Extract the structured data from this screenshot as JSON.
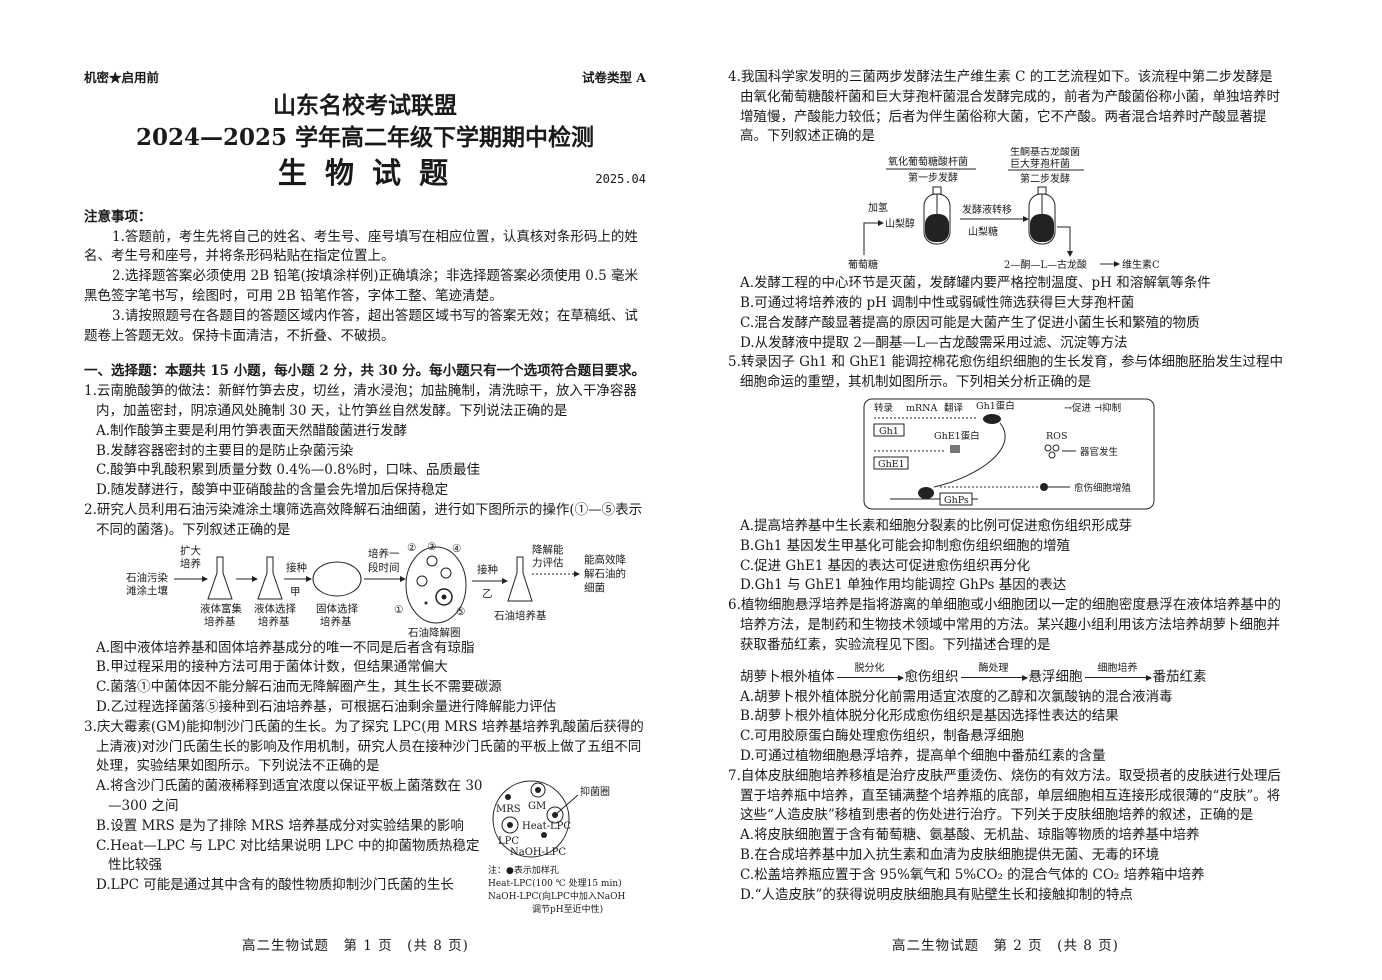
{
  "header": {
    "confidential": "机密★启用前",
    "paper_type": "试卷类型 A",
    "org": "山东名校考试联盟",
    "exam": "2024—2025 学年高二年级下学期期中检测",
    "subject": "生 物 试 题",
    "date": "2025.04"
  },
  "notes": {
    "title": "注意事项：",
    "items": [
      "1.答题前，考生先将自己的姓名、考生号、座号填写在相应位置，认真核对条形码上的姓名、考生号和座号，并将条形码粘贴在指定位置上。",
      "2.选择题答案必须使用 2B 铅笔(按填涂样例)正确填涂；非选择题答案必须使用 0.5 毫米黑色签字笔书写，绘图时，可用 2B 铅笔作答，字体工整、笔迹清楚。",
      "3.请按照题号在各题目的答题区域内作答，超出答题区域书写的答案无效；在草稿纸、试题卷上答题无效。保持卡面清洁，不折叠、不破损。"
    ]
  },
  "section1": "一、选择题：本题共 15 小题，每小题 2 分，共 30 分。每小题只有一个选项符合题目要求。",
  "q1": {
    "stem": "1.云南脆酸笋的做法：新鲜竹笋去皮，切丝，清水浸泡；加盐腌制，清洗晾干，放入干净容器内，加盖密封，阴凉通风处腌制 30 天，让竹笋丝自然发酵。下列说法正确的是",
    "options": [
      "A.制作酸笋主要是利用竹笋表面天然醋酸菌进行发酵",
      "B.发酵容器密封的主要目的是防止杂菌污染",
      "C.酸笋中乳酸积累到质量分数 0.4%—0.8%时，口味、品质最佳",
      "D.随发酵进行，酸笋中亚硝酸盐的含量会先增加后保持稳定"
    ]
  },
  "q2": {
    "stem": "2.研究人员利用石油污染滩涂土壤筛选高效降解石油细菌，进行如下图所示的操作(①—⑤表示不同的菌落)。下列叙述正确的是",
    "diagram": {
      "soil": [
        "石油污染",
        "滩涂土壤"
      ],
      "expand": [
        "扩大",
        "培养"
      ],
      "flask1": [
        "液体富集",
        "培养基"
      ],
      "flask2": [
        "液体选择",
        "培养基"
      ],
      "inoc1": "接种",
      "jia": "甲",
      "dish": [
        "固体选择",
        "培养基"
      ],
      "culture": [
        "培养一",
        "段时间"
      ],
      "nums": [
        "①",
        "②",
        "③",
        "④",
        "⑤"
      ],
      "circle": "石油降解圈",
      "inoc2": "接种",
      "yi": "乙",
      "eval": [
        "降解能",
        "力评估"
      ],
      "flask3": "石油培养基",
      "result": [
        "能高效降",
        "解石油的",
        "细菌"
      ]
    },
    "options": [
      "A.图中液体培养基和固体培养基成分的唯一不同是后者含有琼脂",
      "B.甲过程采用的接种方法可用于菌体计数，但结果通常偏大",
      "C.菌落①中菌体因不能分解石油而无降解圈产生，其生长不需要碳源",
      "D.乙过程选择菌落⑤接种到石油培养基，可根据石油剩余量进行降解能力评估"
    ]
  },
  "q3": {
    "stem": "3.庆大霉素(GM)能抑制沙门氏菌的生长。为了探究 LPC(用 MRS 培养基培养乳酸菌后获得的上清液)对沙门氏菌生长的影响及作用机制，研究人员在接种沙门氏菌的平板上做了五组不同处理，实验结果如图所示。下列说法不正确的是",
    "diagram": {
      "labels": [
        "MRS",
        "GM",
        "Heat-LPC",
        "LPC",
        "NaOH-LPC"
      ],
      "zone": "抑菌圈",
      "note": [
        "注：●表示加样孔",
        "Heat-LPC(100 ℃ 处理15 min)",
        "NaOH-LPC(向LPC中加入NaOH",
        "调节pH至近中性)"
      ]
    },
    "options": [
      "A.将含沙门氏菌的菌液稀释到适宜浓度以保证平板上菌落数在 30—300 之间",
      "B.设置 MRS 是为了排除 MRS 培养基成分对实验结果的影响",
      "C.Heat—LPC 与 LPC 对比结果说明 LPC 中的抑菌物质热稳定性比较强",
      "D.LPC 可能是通过其中含有的酸性物质抑制沙门氏菌的生长"
    ]
  },
  "q4": {
    "stem": "4.我国科学家发明的三菌两步发酵法生产维生素 C 的工艺流程如下。该流程中第二步发酵是由氧化葡萄糖酸杆菌和巨大芽孢杆菌混合发酵完成的，前者为产酸菌俗称小菌，单独培养时增殖慢，产酸能力较低；后者为伴生菌俗称大菌，它不产酸。两者混合培养时产酸显著提高。下列叙述正确的是",
    "diagram": {
      "step1_bug": "氧化葡萄糖酸杆菌",
      "step1": "第一步发酵",
      "step2_bug1": "生酮基古龙酸菌",
      "step2_bug2": "巨大芽孢杆菌",
      "step2": "第二步发酵",
      "h2": "加氢",
      "sorbitol": "山梨醇",
      "glucose": "葡萄糖",
      "transfer": "发酵液转移",
      "sorbose": "山梨糖",
      "product": "2—酮—L—古龙酸",
      "vitc": "维生素C"
    },
    "options": [
      "A.发酵工程的中心环节是灭菌，发酵罐内要严格控制温度、pH 和溶解氧等条件",
      "B.可通过将培养液的 pH 调制中性或弱碱性筛选获得巨大芽孢杆菌",
      "C.混合发酵产酸显著提高的原因可能是大菌产生了促进小菌生长和繁殖的物质",
      "D.从发酵液中提取 2—酮基—L—古龙酸需采用过滤、沉淀等方法"
    ]
  },
  "q5": {
    "stem": "5.转录因子 Gh1 和 GhE1 能调控棉花愈伤组织细胞的生长发育，参与体细胞胚胎发生过程中细胞命运的重塑，其机制如图所示。下列相关分析正确的是",
    "diagram": {
      "transcribe": "转录",
      "mrna": "mRNA",
      "translate": "翻译",
      "gh1_protein": "Gh1蛋白",
      "legend": "→促进 ⊣抑制",
      "gh1": "Gh1",
      "ghe1_protein": "GhE1蛋白",
      "ros": "ROS",
      "organ": "器官发生",
      "ghe1": "GhE1",
      "ghps": "GhPs",
      "callus": "愈伤细胞增殖"
    },
    "options": [
      "A.提高培养基中生长素和细胞分裂素的比例可促进愈伤组织形成芽",
      "B.Gh1 基因发生甲基化可能会抑制愈伤组织细胞的增殖",
      "C.促进 GhE1 基因的表达可促进愈伤组织再分化",
      "D.Gh1 与 GhE1 单独作用均能调控 GhPs 基因的表达"
    ]
  },
  "q6": {
    "stem": "6.植物细胞悬浮培养是指将游离的单细胞或小细胞团以一定的细胞密度悬浮在液体培养基中的培养方法，是制药和生物技术领域中常用的方法。某兴趣小组利用该方法培养胡萝卜细胞并获取番茄红素，实验流程见下图。下列描述合理的是",
    "flow": {
      "n1": "胡萝卜根外植体",
      "a1": "脱分化",
      "n2": "愈伤组织",
      "a2": "酶处理",
      "n3": "悬浮细胞",
      "a3": "细胞培养",
      "n4": "番茄红素"
    },
    "options": [
      "A.胡萝卜根外植体脱分化前需用适宜浓度的乙醇和次氯酸钠的混合液消毒",
      "B.胡萝卜根外植体脱分化形成愈伤组织是基因选择性表达的结果",
      "C.可用胶原蛋白酶处理愈伤组织，制备悬浮细胞",
      "D.可通过植物细胞悬浮培养，提高单个细胞中番茄红素的含量"
    ]
  },
  "q7": {
    "stem": "7.自体皮肤细胞培养移植是治疗皮肤严重烫伤、烧伤的有效方法。取受损者的皮肤进行处理后置于培养瓶中培养，直至铺满整个培养瓶的底部，单层细胞相互连接形成很薄的“皮肤”。将这些“人造皮肤”移植到患者的伤处进行治疗。下列关于皮肤细胞培养的叙述，正确的是",
    "options": [
      "A.将皮肤细胞置于含有葡萄糖、氨基酸、无机盐、琼脂等物质的培养基中培养",
      "B.在合成培养基中加入抗生素和血清为皮肤细胞提供无菌、无毒的环境",
      "C.松盖培养瓶应置于含 95%氧气和 5%CO₂ 的混合气体的 CO₂ 培养箱中培养",
      "D.“人造皮肤”的获得说明皮肤细胞具有贴壁生长和接触抑制的特点"
    ]
  },
  "footers": [
    "高二生物试题　第 1 页　(共 8 页)",
    "高二生物试题　第 2 页　(共 8 页)"
  ]
}
